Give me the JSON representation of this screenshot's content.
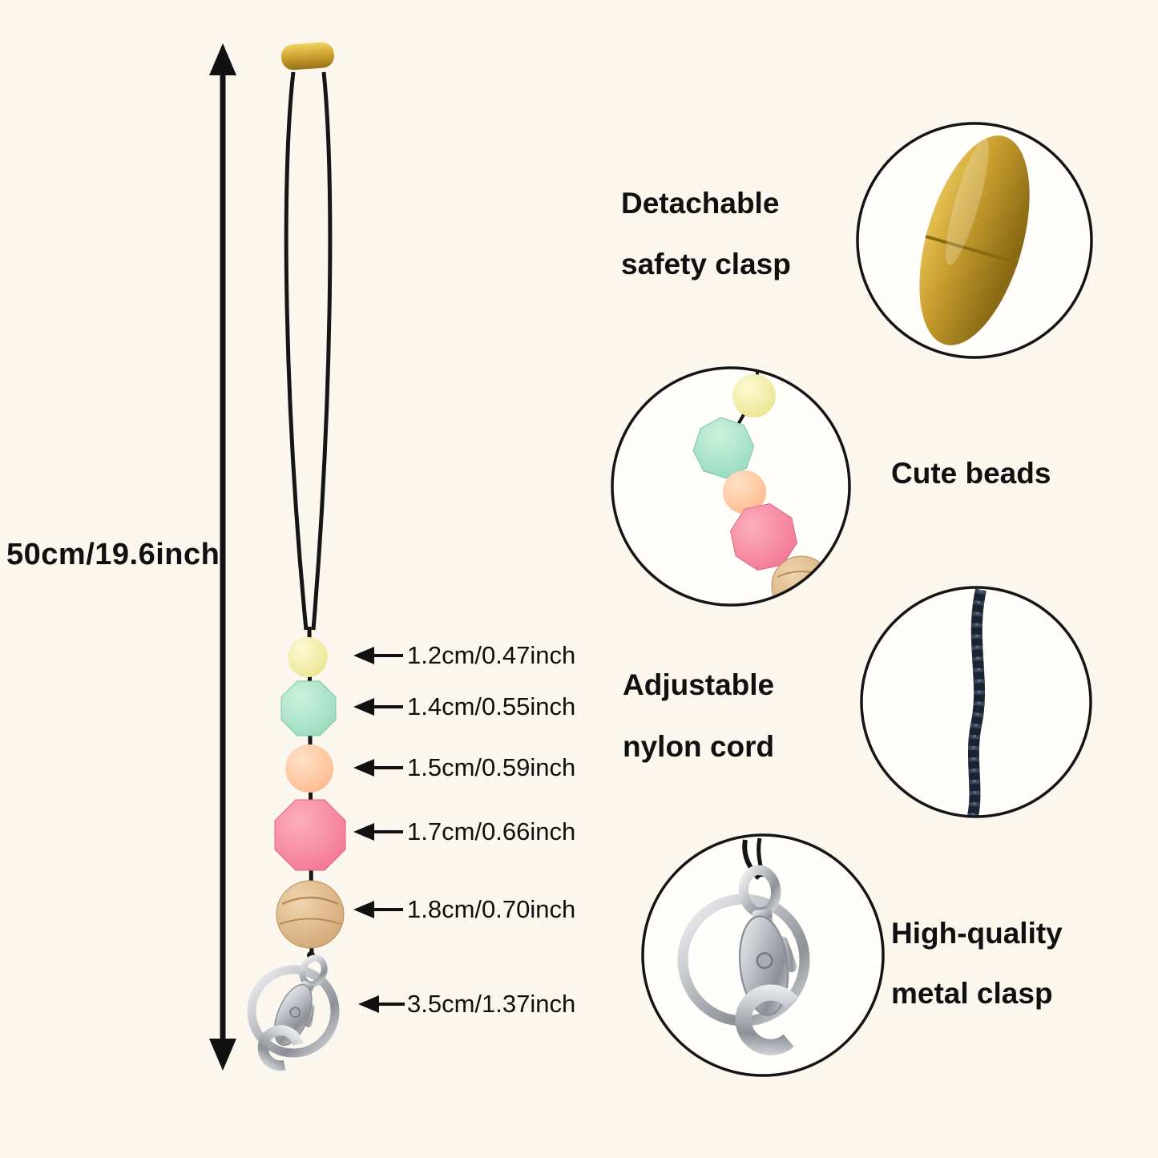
{
  "length_label": "50cm/19.6inch",
  "measurements": [
    {
      "bead": "yellow-round-bead",
      "label": "1.2cm/0.47inch"
    },
    {
      "bead": "mint-hexagon-bead",
      "label": "1.4cm/0.55inch"
    },
    {
      "bead": "peach-round-bead",
      "label": "1.5cm/0.59inch"
    },
    {
      "bead": "pink-hexagon-bead",
      "label": "1.7cm/0.66inch"
    },
    {
      "bead": "wood-round-bead",
      "label": "1.8cm/0.70inch"
    },
    {
      "bead": "metal-clasp",
      "label": "3.5cm/1.37inch"
    }
  ],
  "callouts": {
    "safety_clasp": {
      "line1": "Detachable",
      "line2": "safety clasp"
    },
    "beads": {
      "line1": "Cute beads"
    },
    "cord": {
      "line1": "Adjustable",
      "line2": "nylon cord"
    },
    "metal_clasp": {
      "line1": "High-quality",
      "line2": "metal clasp"
    }
  },
  "colors": {
    "background": "#fbf7ee",
    "cord": "#161616",
    "gold_clasp": "#c79d2e",
    "bead_yellow": "#ece487",
    "bead_mint": "#9cdcc0",
    "bead_peach": "#ffbd90",
    "bead_pink": "#f57d97",
    "bead_wood": "#d5a876",
    "metal": "#b9bdc2",
    "text": "#101010"
  }
}
